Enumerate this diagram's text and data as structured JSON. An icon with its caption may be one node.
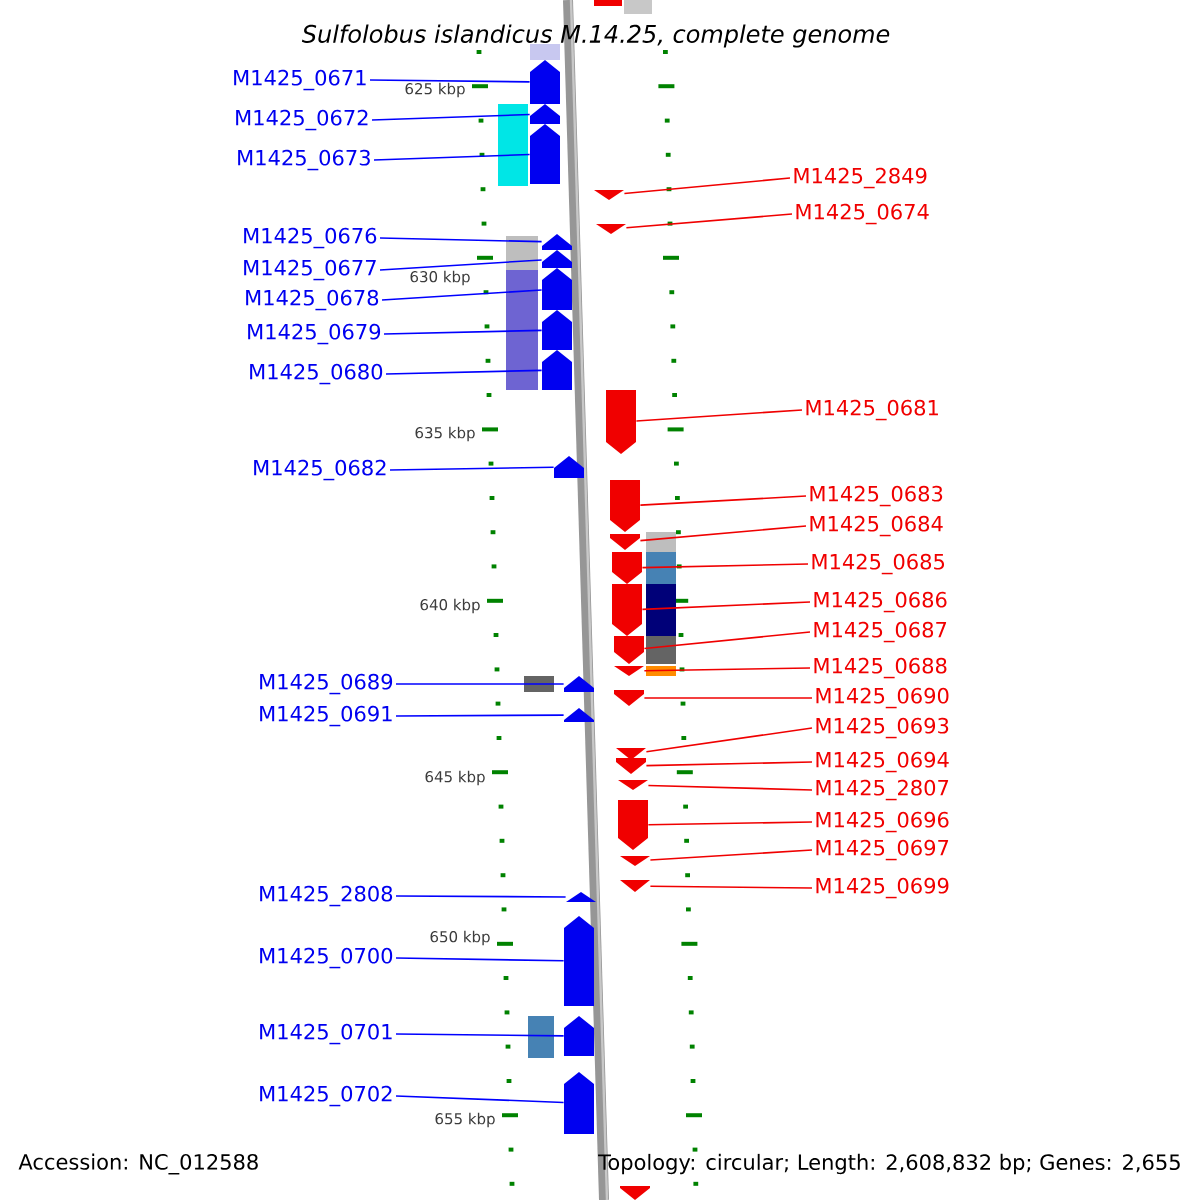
{
  "diagram": {
    "title": "Sulfolobus islandicus M.14.25, complete genome",
    "nodes": [
      {
        "text": [
          "M1425_0671"
        ]
      },
      {
        "text": [
          "M1425_0672"
        ]
      },
      {
        "text": [
          "M1425_0673"
        ]
      },
      {
        "text": [
          "M1425_0676"
        ]
      },
      {
        "text": [
          "M1425_0677"
        ]
      },
      {
        "text": [
          "M1425_0678"
        ]
      },
      {
        "text": [
          "M1425_0679"
        ]
      },
      {
        "text": [
          "M1425_0680"
        ]
      },
      {
        "text": [
          "M1425_0682"
        ]
      },
      {
        "text": [
          "M1425_0689"
        ]
      },
      {
        "text": [
          "M1425_0691"
        ]
      },
      {
        "text": [
          "M1425_2808"
        ]
      },
      {
        "text": [
          "M1425_0700"
        ]
      },
      {
        "text": [
          "M1425_0701"
        ]
      },
      {
        "text": [
          "M1425_0702"
        ]
      },
      {
        "text": [
          "M1425_2849"
        ]
      },
      {
        "text": [
          "M1425_0674"
        ]
      },
      {
        "text": [
          "M1425_0681"
        ]
      },
      {
        "text": [
          "M1425_0683"
        ]
      },
      {
        "text": [
          "M1425_0684"
        ]
      },
      {
        "text": [
          "M1425_0685"
        ]
      },
      {
        "text": [
          "M1425_0686"
        ]
      },
      {
        "text": [
          "M1425_0687"
        ]
      },
      {
        "text": [
          "M1425_0688"
        ]
      },
      {
        "text": [
          "M1425_0690"
        ]
      },
      {
        "text": [
          "M1425_0693"
        ]
      },
      {
        "text": [
          "M1425_0694"
        ]
      },
      {
        "text": [
          "M1425_2807"
        ]
      },
      {
        "text": [
          "M1425_0696"
        ]
      },
      {
        "text": [
          "M1425_0697"
        ]
      },
      {
        "text": [
          "M1425_0699"
        ]
      },
      {
        "text": [],
        "shape": "arrow"
      },
      {
        "text": [],
        "shape": "arrow"
      },
      {
        "text": [],
        "shape": "arrow"
      },
      {
        "text": [],
        "shape": "arrow"
      },
      {
        "text": [],
        "shape": "arrow"
      },
      {
        "text": [],
        "shape": "arrow"
      },
      {
        "text": [],
        "shape": "arrow"
      },
      {
        "text": [],
        "shape": "arrow"
      },
      {
        "text": [],
        "shape": "arrow"
      },
      {
        "text": [],
        "shape": "arrow"
      },
      {
        "text": [],
        "shape": "arrow"
      },
      {
        "text": [],
        "shape": "arrow"
      },
      {
        "text": [],
        "shape": "arrow"
      },
      {
        "text": [],
        "shape": "arrow"
      },
      {
        "text": [],
        "shape": "arrow"
      },
      {
        "text": [],
        "shape": "arrow"
      },
      {
        "text": [],
        "shape": "arrow"
      },
      {
        "text": [],
        "shape": "arrow"
      },
      {
        "text": [],
        "shape": "arrow"
      },
      {
        "text": [],
        "shape": "arrow"
      },
      {
        "text": [],
        "shape": "arrow"
      },
      {
        "text": [],
        "shape": "arrow"
      },
      {
        "text": [],
        "shape": "arrow"
      },
      {
        "text": [],
        "shape": "arrow"
      },
      {
        "text": [],
        "shape": "arrow"
      },
      {
        "text": [],
        "shape": "arrow"
      },
      {
        "text": [],
        "shape": "arrow"
      },
      {
        "text": [],
        "shape": "arrow"
      },
      {
        "text": [],
        "shape": "arrow"
      },
      {
        "text": [],
        "shape": "arrow"
      },
      {
        "text": [],
        "shape": "arrow"
      }
    ],
    "edges": [
      {
        "from": 0,
        "to": 31,
        "arrow": "none",
        "color": "#0000ff"
      },
      {
        "from": 1,
        "to": 32,
        "arrow": "none",
        "color": "#0000ff"
      },
      {
        "from": 2,
        "to": 33,
        "arrow": "none",
        "color": "#0000ff"
      },
      {
        "from": 3,
        "to": 34,
        "arrow": "none",
        "color": "#0000ff"
      },
      {
        "from": 4,
        "to": 35,
        "arrow": "none",
        "color": "#0000ff"
      },
      {
        "from": 5,
        "to": 36,
        "arrow": "none",
        "color": "#0000ff"
      },
      {
        "from": 6,
        "to": 37,
        "arrow": "none",
        "color": "#0000ff"
      },
      {
        "from": 7,
        "to": 38,
        "arrow": "none",
        "color": "#0000ff"
      },
      {
        "from": 8,
        "to": 39,
        "arrow": "none",
        "color": "#0000ff"
      },
      {
        "from": 9,
        "to": 40,
        "arrow": "none",
        "color": "#0000ff"
      },
      {
        "from": 10,
        "to": 41,
        "arrow": "none",
        "color": "#0000ff"
      },
      {
        "from": 11,
        "to": 42,
        "arrow": "none",
        "color": "#0000ff"
      },
      {
        "from": 12,
        "to": 43,
        "arrow": "none",
        "color": "#0000ff"
      },
      {
        "from": 13,
        "to": 44,
        "arrow": "none",
        "color": "#0000ff"
      },
      {
        "from": 14,
        "to": 45,
        "arrow": "none",
        "color": "#0000ff"
      },
      {
        "from": 15,
        "to": 46,
        "arrow": "none"
      },
      {
        "from": 16,
        "to": 47,
        "arrow": "none"
      },
      {
        "from": 17,
        "to": 48,
        "arrow": "none"
      },
      {
        "from": 18,
        "to": 49,
        "arrow": "none"
      },
      {
        "from": 19,
        "to": 50,
        "arrow": "none"
      },
      {
        "from": 20,
        "to": 51,
        "arrow": "none"
      },
      {
        "from": 21,
        "to": 52,
        "arrow": "none"
      },
      {
        "from": 22,
        "to": 53,
        "arrow": "none"
      },
      {
        "from": 23,
        "to": 54,
        "arrow": "none"
      },
      {
        "from": 24,
        "to": 55,
        "arrow": "none"
      },
      {
        "from": 25,
        "to": 56,
        "arrow": "none"
      },
      {
        "from": 26,
        "to": 57,
        "arrow": "none"
      },
      {
        "from": 27,
        "to": 58,
        "arrow": "none"
      },
      {
        "from": 28,
        "to": 59,
        "arrow": "none"
      },
      {
        "from": 29,
        "to": 60,
        "arrow": "none"
      },
      {
        "from": 30,
        "to": 61,
        "arrow": "none"
      }
    ],
    "labels": [
      "625 kbp",
      "630 kbp",
      "635 kbp",
      "640 kbp",
      "645 kbp",
      "650 kbp",
      "655 kbp",
      "Accession: NC_012588",
      "Topology: circular; Length: 2,608,832 bp; Genes: 2,655"
    ]
  }
}
